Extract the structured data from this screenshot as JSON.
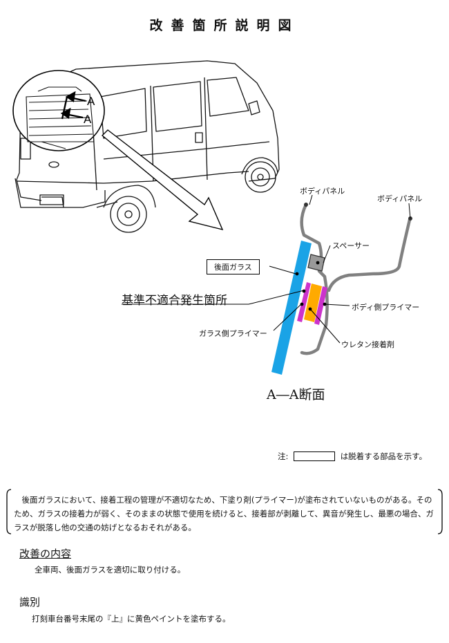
{
  "title": "改善箇所説明図",
  "diagram": {
    "section_marker": "A",
    "labels": {
      "body_panel_left": "ボディパネル",
      "body_panel_right": "ボディパネル",
      "spacer": "スペーサー",
      "rear_glass": "後面ガラス",
      "nonconformity": "基準不適合発生箇所",
      "body_primer": "ボディ側プライマー",
      "glass_primer": "ガラス側プライマー",
      "urethane": "ウレタン接着剤",
      "section_caption": "A―A断面"
    },
    "colors": {
      "glass": "#1aa3e6",
      "primer": "#cc33cc",
      "adhesive": "#ffaa00",
      "spacer": "#999999",
      "panel": "#808080"
    }
  },
  "note": {
    "prefix": "注:",
    "suffix": "は脱着する部品を示す。"
  },
  "description": "後面ガラスにおいて、接着工程の管理が不適切なため、下塗り剤(プライマー)が塗布されていないものがある。そのため、ガラスの接着力が弱く、そのままの状態で使用を続けると、接着部が剥離して、異音が発生し、最悪の場合、ガラスが脱落し他の交通の妨げとなるおそれがある。",
  "improvement": {
    "heading": "改善の内容",
    "text": "全車両、後面ガラスを適切に取り付ける。"
  },
  "identification": {
    "heading": "識別",
    "text": "打刻車台番号末尾の『上』に黄色ペイントを塗布する。"
  }
}
